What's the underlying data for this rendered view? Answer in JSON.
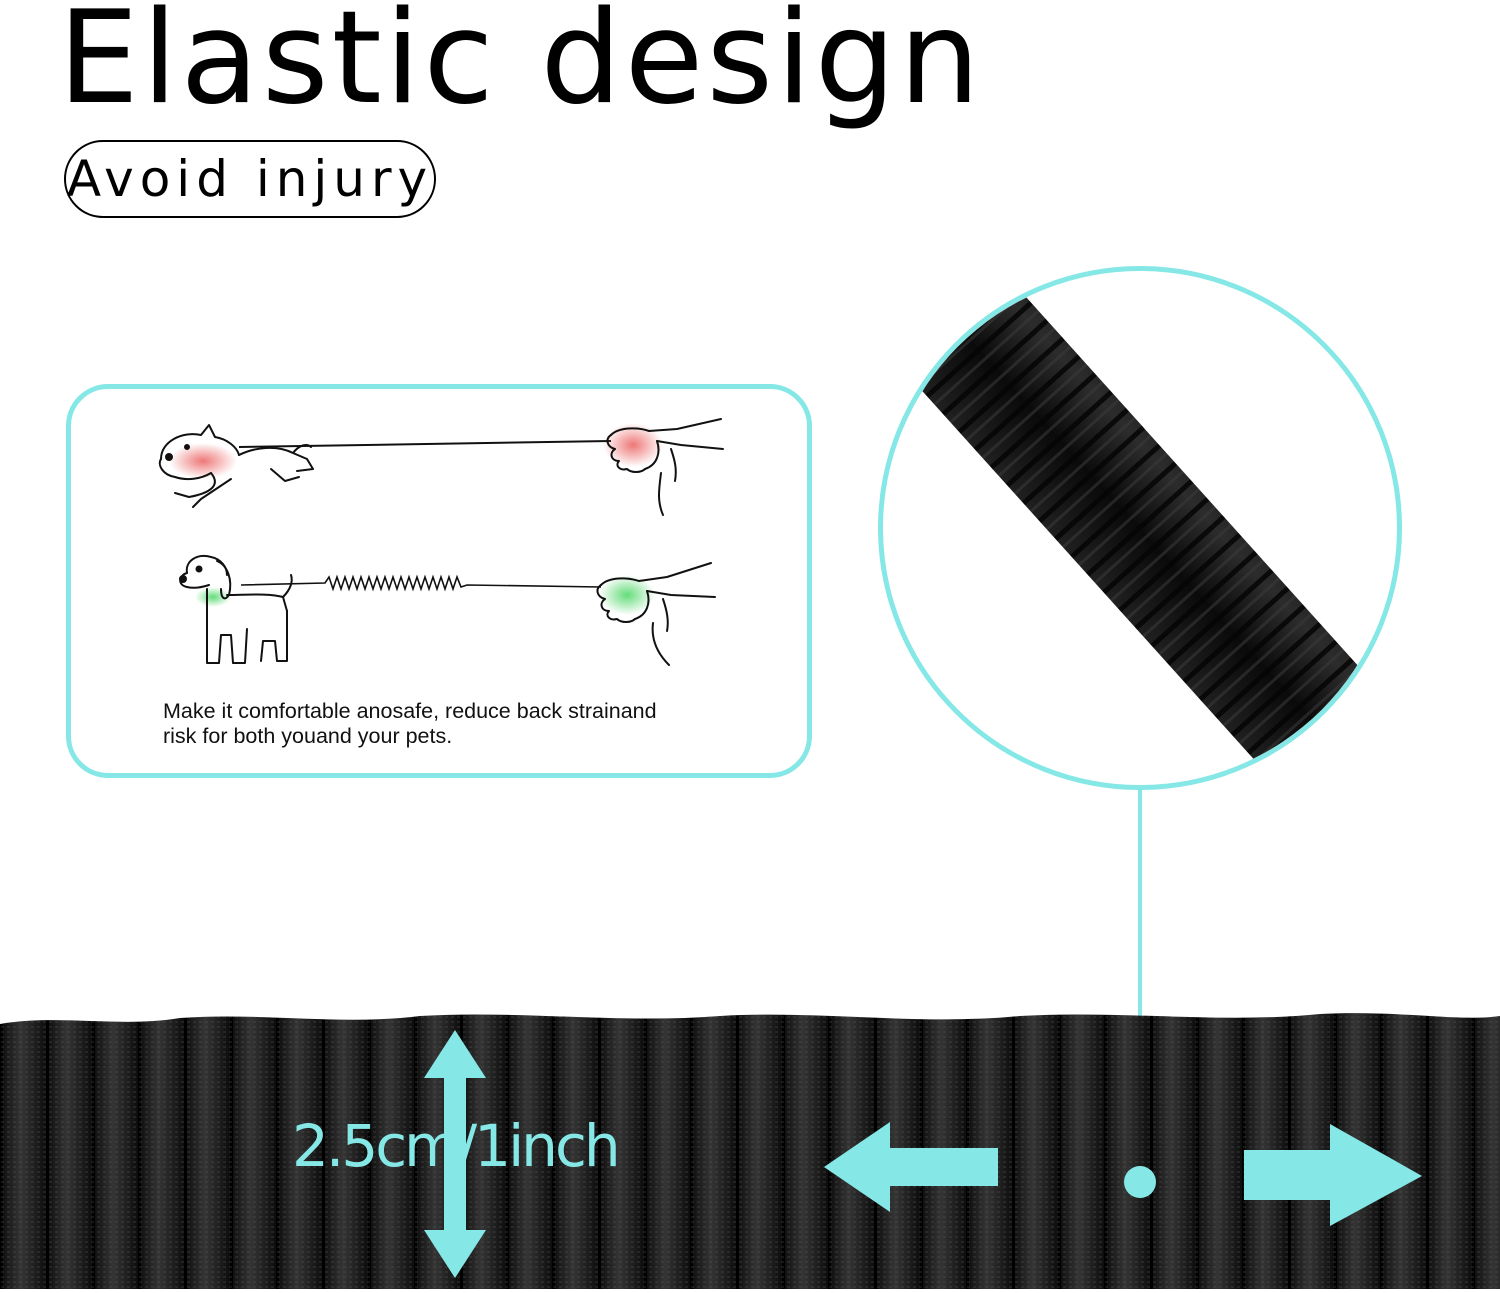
{
  "header": {
    "title": "Elastic design",
    "subtitle": "Avoid injury"
  },
  "comparison_card": {
    "caption_line1": "Make it comfortable anosafe, reduce back strainand",
    "caption_line2": "risk for both youand your pets."
  },
  "measurement": {
    "label": "2.5cm/1inch"
  },
  "icons": {
    "vertical_arrow": "double-headed-vertical-arrow-icon",
    "left_arrow": "left-arrow-icon",
    "right_arrow": "right-arrow-icon"
  },
  "colors": {
    "accent": "#86e8e6",
    "leash": "#1b1b1b",
    "strain": "#e84a4a",
    "comfort": "#3ed35a"
  }
}
